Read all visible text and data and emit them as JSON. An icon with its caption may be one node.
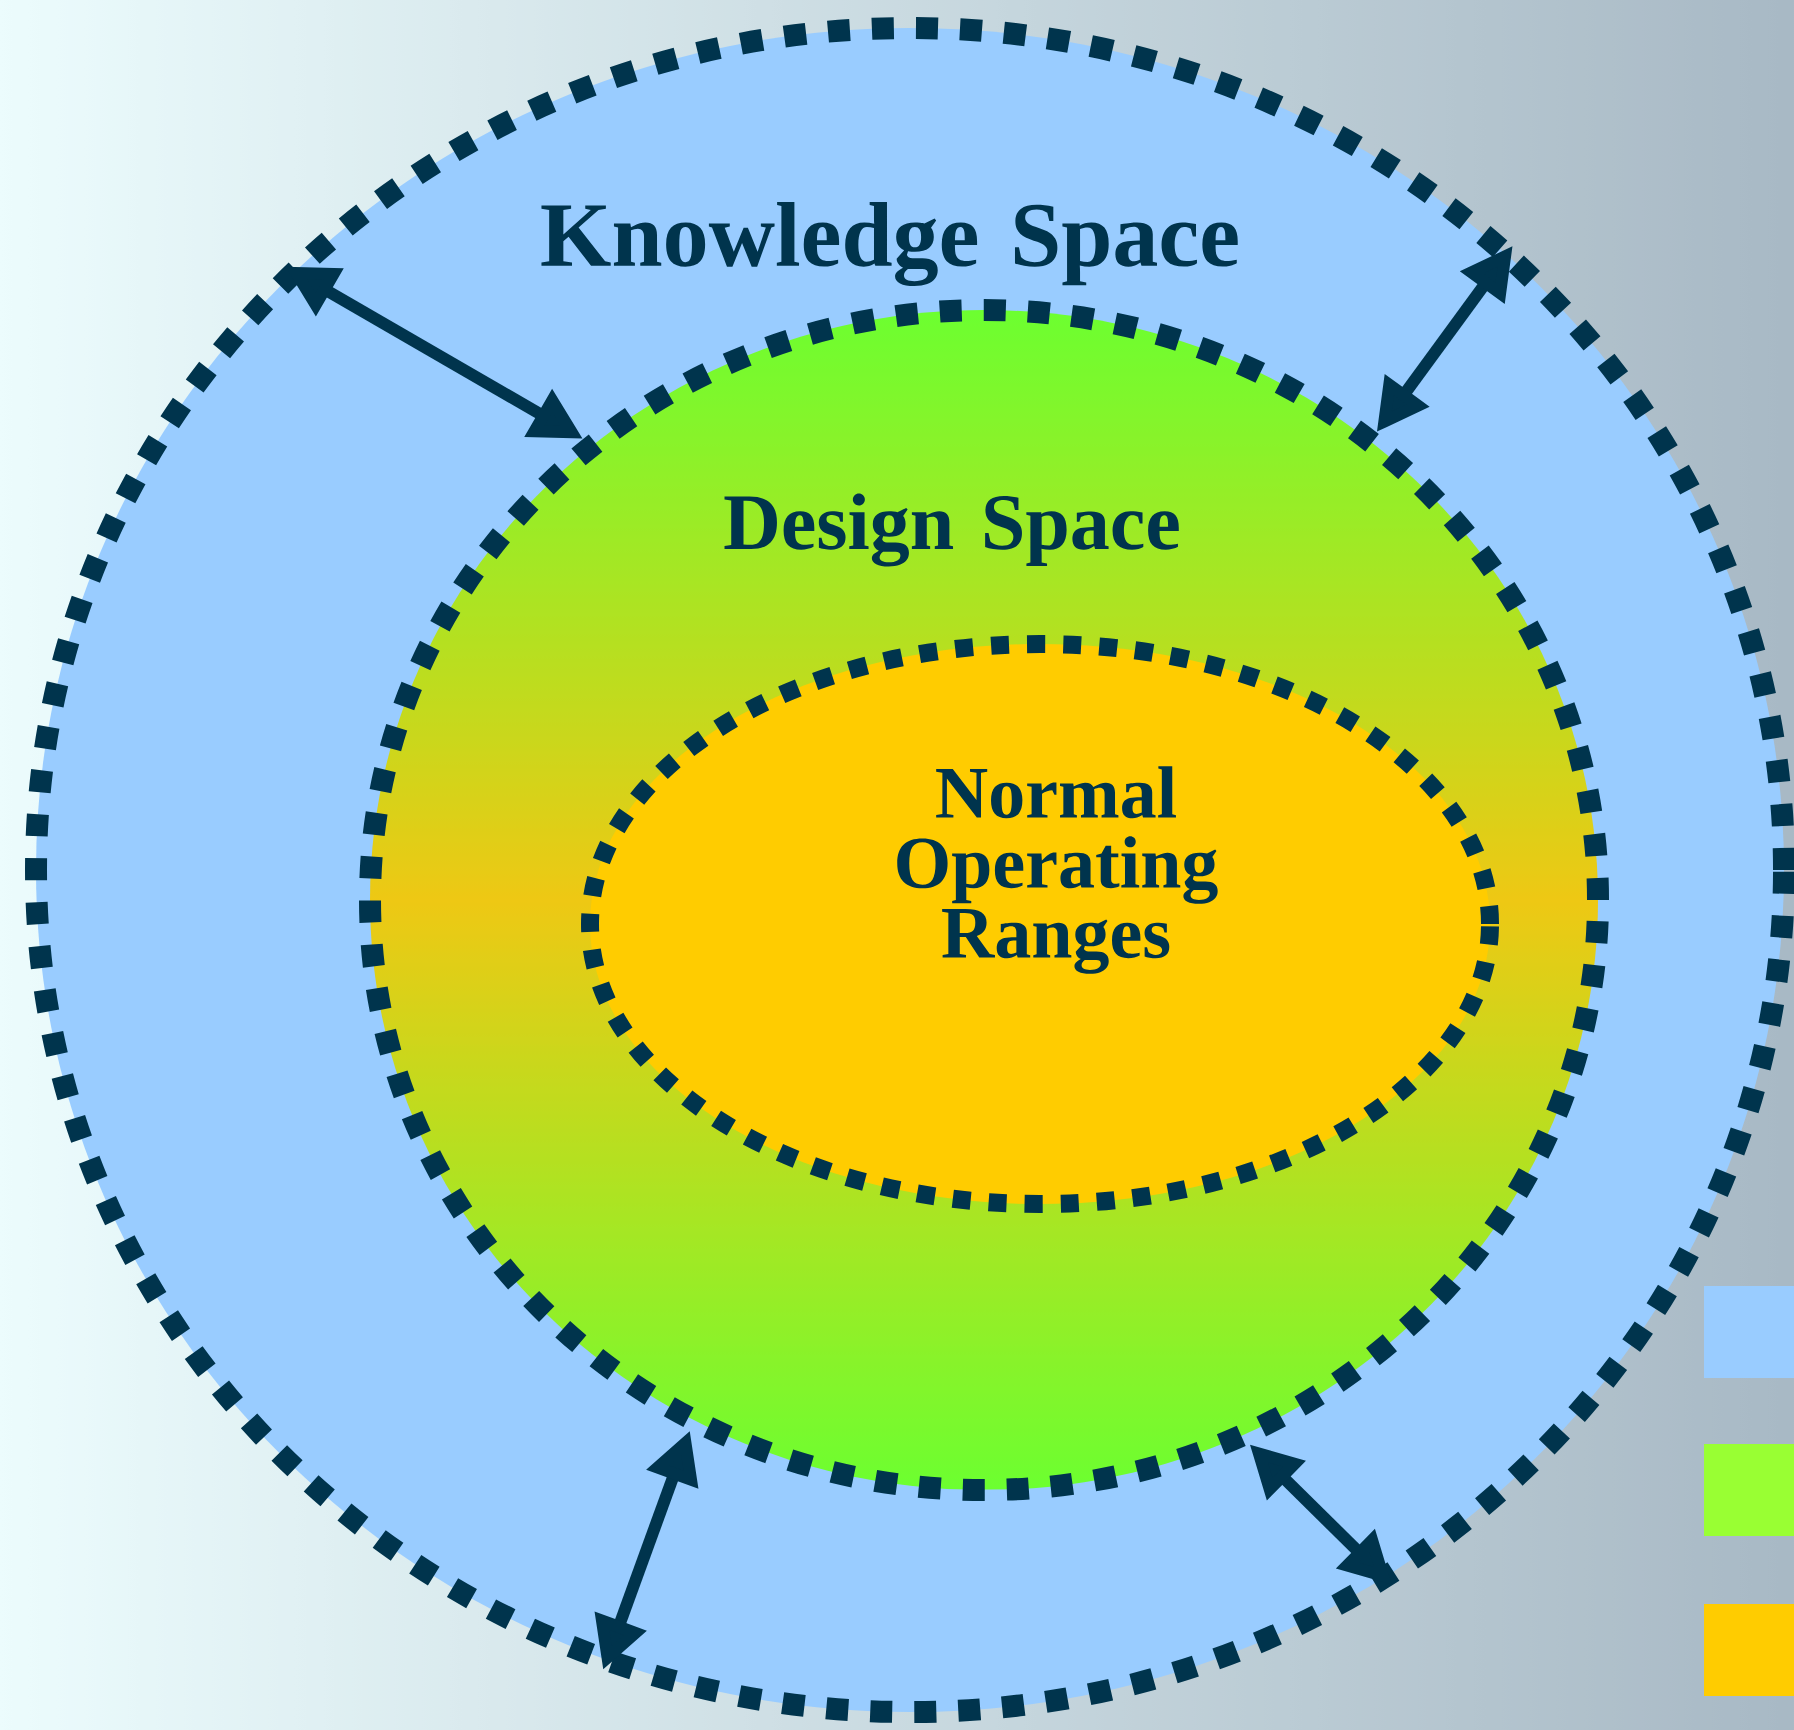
{
  "diagram": {
    "nodes": [
      {
        "text": [
          "Knowledge Space"
        ]
      },
      {
        "text": [
          "Design Space"
        ],
        "in": 0
      },
      {
        "text": [
          "Normal Operating Ranges"
        ],
        "in": 1
      }
    ],
    "edges": [
      {
        "from": 0,
        "to": 1,
        "arrow": "both"
      },
      {
        "from": 0,
        "to": 1,
        "arrow": "both"
      },
      {
        "from": 0,
        "to": 1,
        "arrow": "both"
      },
      {
        "from": 0,
        "to": 1,
        "arrow": "both"
      }
    ]
  }
}
